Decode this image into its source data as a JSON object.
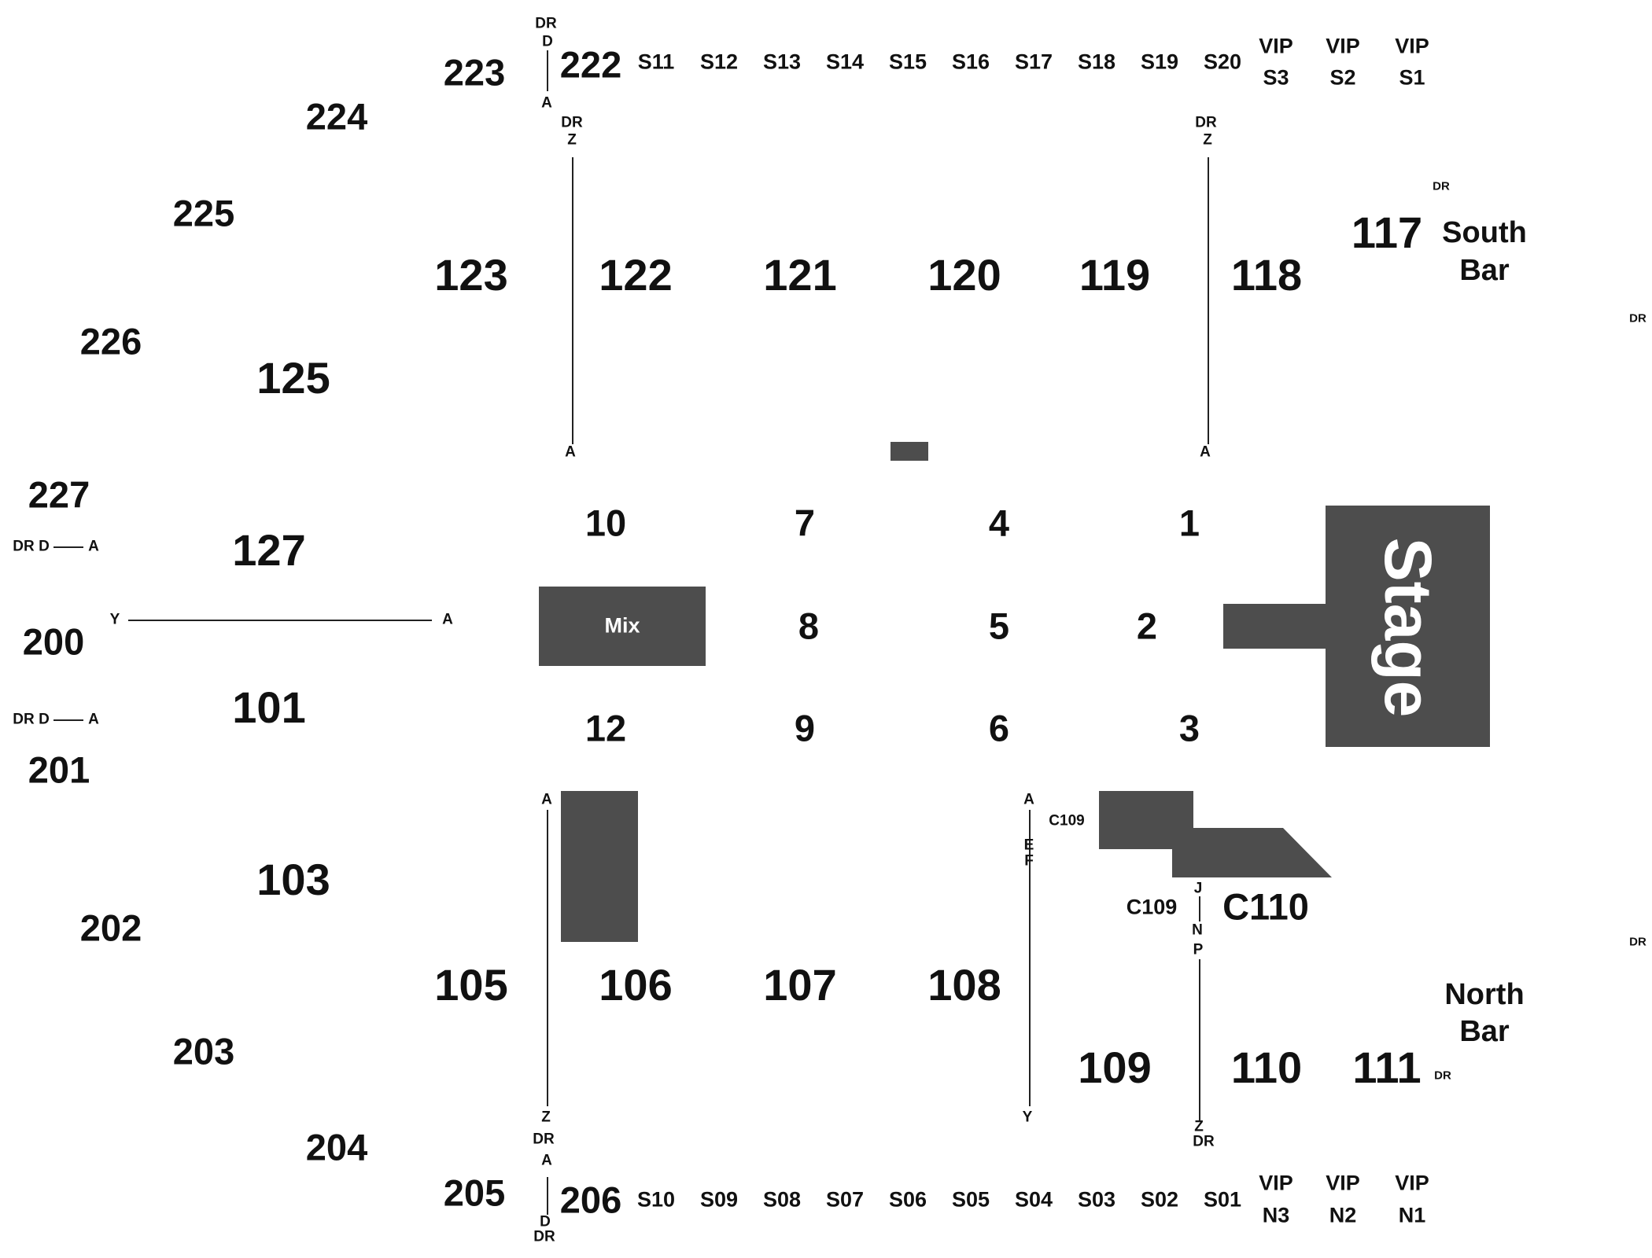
{
  "floor": {
    "stage": "Stage",
    "mix": "Mix",
    "sections": [
      "10",
      "7",
      "4",
      "1",
      "8",
      "5",
      "2",
      "12",
      "9",
      "6",
      "3"
    ]
  },
  "lower_bowl": {
    "south": [
      "123",
      "122",
      "121",
      "120",
      "119",
      "118",
      "117"
    ],
    "north": [
      "105",
      "106",
      "107",
      "108",
      "109",
      "110",
      "111"
    ],
    "west": [
      "125",
      "127",
      "101",
      "103"
    ],
    "c_sections": [
      "C109",
      "C110"
    ]
  },
  "upper_bowl": {
    "south_suites": [
      "S11",
      "S12",
      "S13",
      "S14",
      "S15",
      "S16",
      "S17",
      "S18",
      "S19",
      "S20"
    ],
    "north_suites": [
      "S10",
      "S09",
      "S08",
      "S07",
      "S06",
      "S05",
      "S04",
      "S03",
      "S02",
      "S01"
    ],
    "vip_south": [
      {
        "top": "VIP",
        "bottom": "S3"
      },
      {
        "top": "VIP",
        "bottom": "S2"
      },
      {
        "top": "VIP",
        "bottom": "S1"
      }
    ],
    "vip_north": [
      {
        "top": "VIP",
        "bottom": "N3"
      },
      {
        "top": "VIP",
        "bottom": "N2"
      },
      {
        "top": "VIP",
        "bottom": "N1"
      }
    ],
    "sections": [
      "222",
      "223",
      "224",
      "225",
      "226",
      "227",
      "200",
      "201",
      "202",
      "203",
      "204",
      "205",
      "206"
    ]
  },
  "bars": {
    "south": {
      "line1": "South",
      "line2": "Bar"
    },
    "north": {
      "line1": "North",
      "line2": "Bar"
    }
  },
  "markers": {
    "dr": "DR",
    "d": "D",
    "a": "A",
    "z": "Z",
    "y": "Y",
    "e": "E",
    "f": "F",
    "j": "J",
    "n": "N",
    "p": "P"
  }
}
